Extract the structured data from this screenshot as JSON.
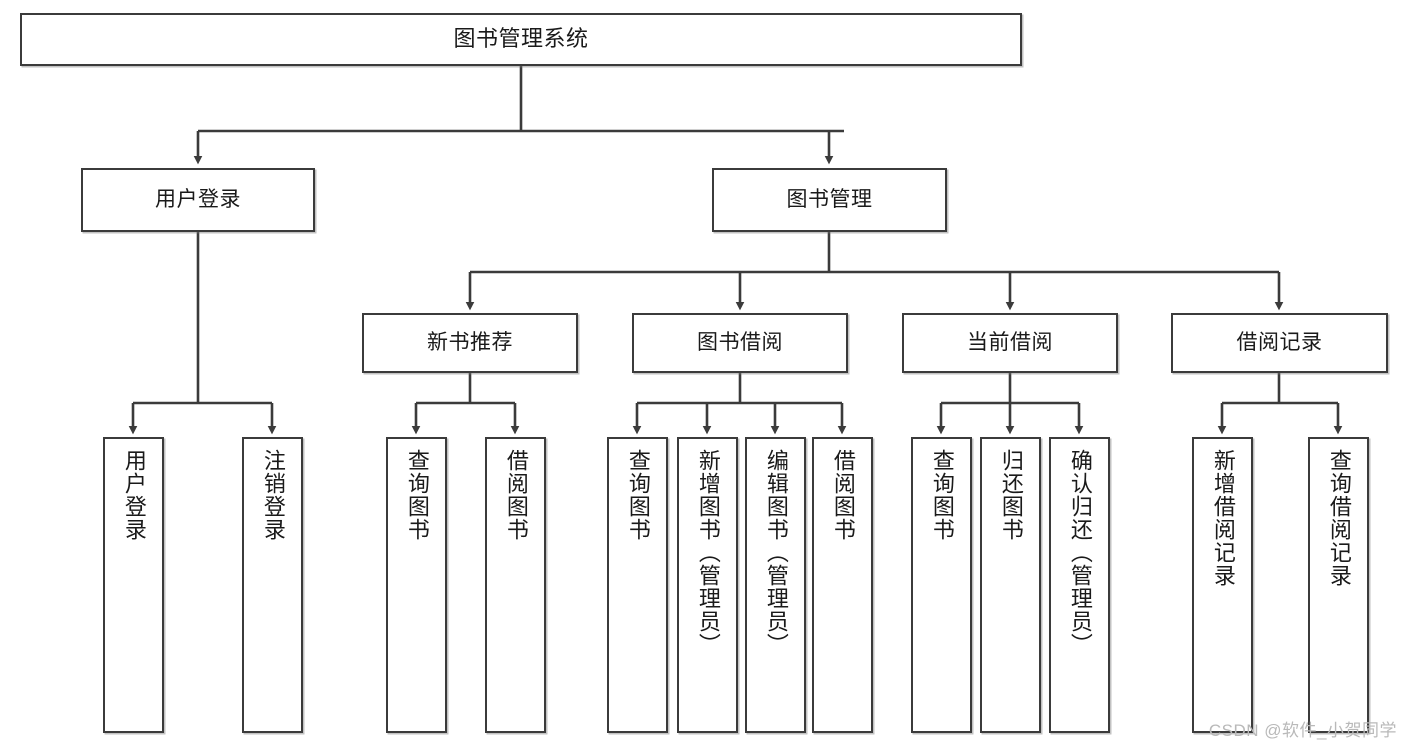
{
  "diagram": {
    "title": "图书管理系统",
    "type": "tree",
    "watermark": "CSDN @软件_小贺同学",
    "colors": {
      "node_border": "#3b3b3b",
      "node_fill": "#ffffff",
      "connector": "#3b3b3b",
      "watermark": "#b9b9b9"
    },
    "nodes": {
      "root": {
        "label": "图书管理系统"
      },
      "level2": [
        {
          "label": "用户登录"
        },
        {
          "label": "图书管理"
        }
      ],
      "level3": [
        {
          "label": "新书推荐"
        },
        {
          "label": "图书借阅"
        },
        {
          "label": "当前借阅"
        },
        {
          "label": "借阅记录"
        }
      ],
      "leaves": {
        "user_login": [
          {
            "label": "用户登录"
          },
          {
            "label": "注销登录"
          }
        ],
        "new_book": [
          {
            "label": "查询图书"
          },
          {
            "label": "借阅图书"
          }
        ],
        "book_borrow": [
          {
            "label": "查询图书"
          },
          {
            "label": "新增图书（管理员）"
          },
          {
            "label": "编辑图书（管理员）"
          },
          {
            "label": "借阅图书"
          }
        ],
        "current_borrow": [
          {
            "label": "查询图书"
          },
          {
            "label": "归还图书"
          },
          {
            "label": "确认归还（管理员）"
          }
        ],
        "borrow_record": [
          {
            "label": "新增借阅记录"
          },
          {
            "label": "查询借阅记录"
          }
        ]
      }
    }
  }
}
